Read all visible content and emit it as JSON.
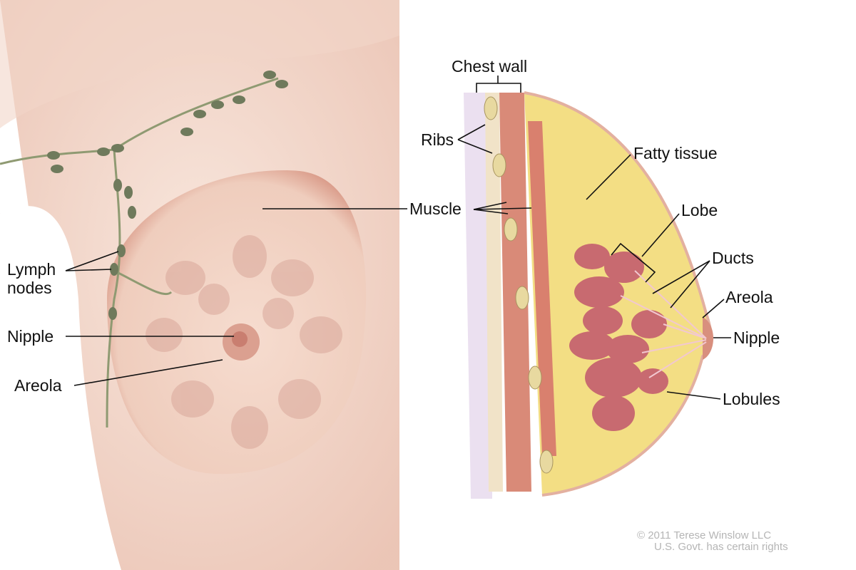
{
  "labels": {
    "chest_wall": "Chest wall",
    "ribs": "Ribs",
    "fatty_tissue": "Fatty tissue",
    "muscle": "Muscle",
    "lobe": "Lobe",
    "ducts": "Ducts",
    "areola_right": "Areola",
    "nipple_right": "Nipple",
    "lobules": "Lobules",
    "lymph_nodes_line1": "Lymph",
    "lymph_nodes_line2": "nodes",
    "nipple_left": "Nipple",
    "areola_left": "Areola"
  },
  "credit": {
    "line1": "© 2011 Terese Winslow LLC",
    "line2": "U.S. Govt. has certain rights"
  },
  "colors": {
    "skin": "#f3d9cc",
    "fat": "#f3de84",
    "muscle": "#d98a78",
    "lobule": "#c86a70",
    "lymph": "#7f8a6a"
  }
}
